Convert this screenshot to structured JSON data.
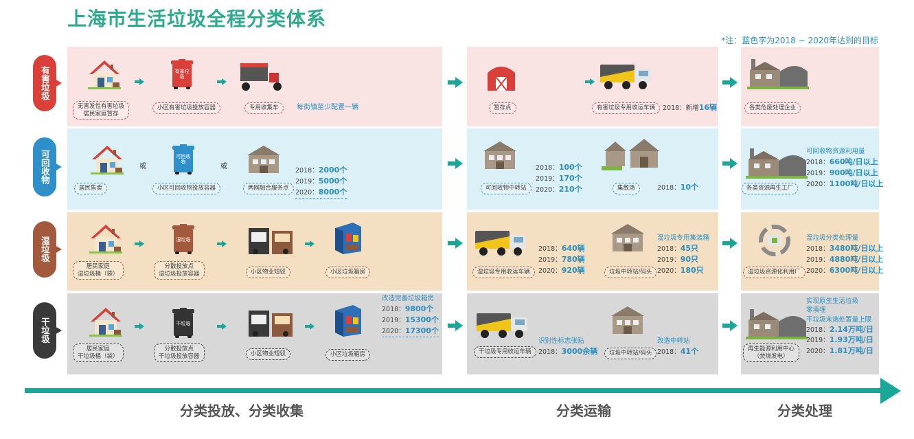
{
  "title": "上海市生活垃圾全程分类体系",
  "note": "*注：蓝色字为2018 ~ 2020年达到的目标",
  "rows": {
    "hazardous": {
      "tag": "有害垃圾",
      "src_label_1": "无害发性有害垃圾",
      "src_label_2": "居民家庭暂存",
      "container_text": "有害垃圾",
      "container_label": "小区有害垃圾投放容器",
      "vehicle_label": "专用收集车",
      "vehicle_note": "每街镇至少配置一辆",
      "store_label": "暂存点",
      "truck_label": "有害垃圾专用收运车辆",
      "truck_stat_prefix": "2018：新增",
      "truck_stat_value": "16辆",
      "plant_label": "各类危废处理企业"
    },
    "recyclable": {
      "tag": "可回收物",
      "src_label": "居民售卖",
      "or_1": "或",
      "or_2": "或",
      "container_text": "可回收物",
      "container_label": "小区可回收物投放容器",
      "service_label": "两网融合服务点",
      "service_stats": [
        {
          "year": "2018：",
          "value": "2000个"
        },
        {
          "year": "2019：",
          "value": "5000个"
        },
        {
          "year": "2020：",
          "value": "8000个"
        }
      ],
      "transfer_label": "可回收物中转站",
      "transfer_stats": [
        {
          "year": "2018：",
          "value": "100个"
        },
        {
          "year": "2019：",
          "value": "170个"
        },
        {
          "year": "2020：",
          "value": "210个"
        }
      ],
      "depot_label": "集散场",
      "depot_stat_year": "2018：",
      "depot_stat_value": "10个",
      "plant_label": "各类资源再生工厂",
      "plant_title": "可回收物资源利用量",
      "plant_stats": [
        {
          "year": "2018：",
          "value": "660吨/日以上"
        },
        {
          "year": "2019：",
          "value": "900吨/日以上"
        },
        {
          "year": "2020：",
          "value": "1100吨/日以上"
        }
      ]
    },
    "wet": {
      "tag": "湿垃圾",
      "src_label_1": "居民家庭",
      "src_label_2": "湿垃圾桶（袋）",
      "container_text": "湿垃圾",
      "container_label_1": "分散投放点",
      "container_label_2": "湿垃圾投放容器",
      "short_label": "小区物业短驳",
      "room_label": "小区垃圾箱房",
      "truck_label": "湿垃圾专用收运车辆",
      "truck_stats": [
        {
          "year": "2018：",
          "value": "640辆"
        },
        {
          "year": "2019：",
          "value": "780辆"
        },
        {
          "year": "2020：",
          "value": "920辆"
        }
      ],
      "station_label": "垃圾中转站/码头",
      "station_title": "湿垃圾专用集装箱",
      "station_stats": [
        {
          "year": "2018：",
          "value": "45只"
        },
        {
          "year": "2019：",
          "value": "90只"
        },
        {
          "year": "2020：",
          "value": "180只"
        }
      ],
      "plant_label": "湿垃圾资源化利用厂",
      "plant_title": "湿垃圾分类处理量",
      "plant_stats": [
        {
          "year": "2018：",
          "value": "3480吨/日以上"
        },
        {
          "year": "2019：",
          "value": "4880吨/日以上"
        },
        {
          "year": "2020：",
          "value": "6300吨/日以上"
        }
      ]
    },
    "dry": {
      "tag": "干垃圾",
      "src_label_1": "居民家庭",
      "src_label_2": "干垃圾桶（袋）",
      "container_text": "干垃圾",
      "container_label_1": "分散投放点",
      "container_label_2": "干垃圾投放容器",
      "short_label": "小区物业短驳",
      "room_label": "小区垃圾箱房",
      "room_title": "改造完善垃圾箱房",
      "room_stats": [
        {
          "year": "2018：",
          "value": "9800个"
        },
        {
          "year": "2019：",
          "value": "15300个"
        },
        {
          "year": "2020：",
          "value": "17300个"
        }
      ],
      "truck_label": "干垃圾专用收运车辆",
      "truck_title": "识别性标志张贴",
      "truck_stat_year": "2018：",
      "truck_stat_value": "3000余辆",
      "station_label": "垃圾中转站/码头",
      "station_title": "改造中转站",
      "station_stat_year": "2018：",
      "station_stat_value": "41个",
      "plant_label_1": "再生能源利用中心",
      "plant_label_2": "（焚烧发电）",
      "plant_title_1": "实现原生生活垃圾",
      "plant_title_2": "零填埋",
      "plant_title_3": "干垃圾末端处置量上限",
      "plant_stats": [
        {
          "year": "2018：",
          "value": "2.14万吨/日"
        },
        {
          "year": "2019：",
          "value": "1.93万吨/日"
        },
        {
          "year": "2020：",
          "value": "1.81万吨/日"
        }
      ]
    }
  },
  "stages": [
    "分类投放、分类收集",
    "分类运输",
    "分类处理"
  ],
  "colors": {
    "hazardous": "#d9403a",
    "recyclable": "#2f8fc9",
    "wet": "#a3593c",
    "dry": "#3a3a3a",
    "accent": "#1aa79a",
    "blue_text": "#2a8fbf"
  }
}
